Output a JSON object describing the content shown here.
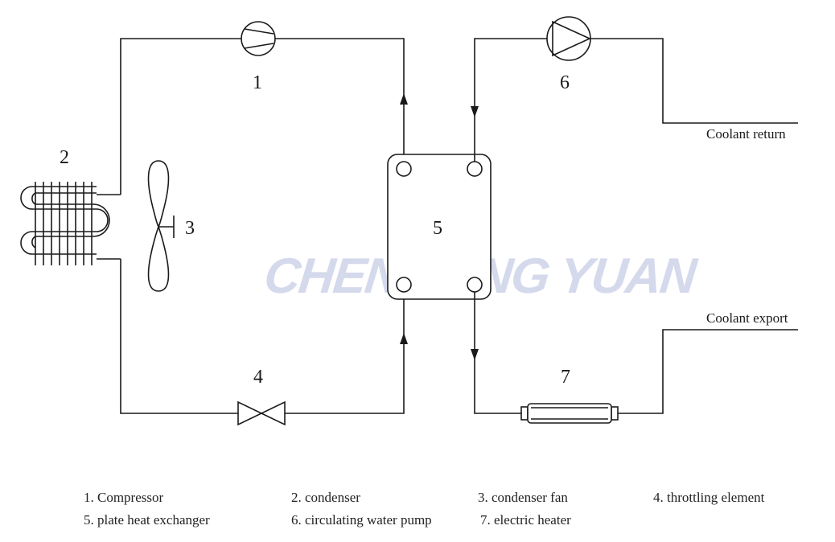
{
  "watermark": "CHEN TONG YUAN",
  "components": {
    "compressor": "1",
    "condenser": "2",
    "condenser_fan": "3",
    "throttling_element": "4",
    "plate_heat_exchanger": "5",
    "circulating_water_pump": "6",
    "electric_heater": "7"
  },
  "port_labels": {
    "coolant_return": "Coolant return",
    "coolant_export": "Coolant export"
  },
  "legend": [
    {
      "text": "1. Compressor"
    },
    {
      "text": "2. condenser"
    },
    {
      "text": "3. condenser fan"
    },
    {
      "text": "4. throttling element"
    },
    {
      "text": "5. plate heat exchanger"
    },
    {
      "text": "6. circulating water pump"
    },
    {
      "text": "7. electric heater"
    }
  ]
}
